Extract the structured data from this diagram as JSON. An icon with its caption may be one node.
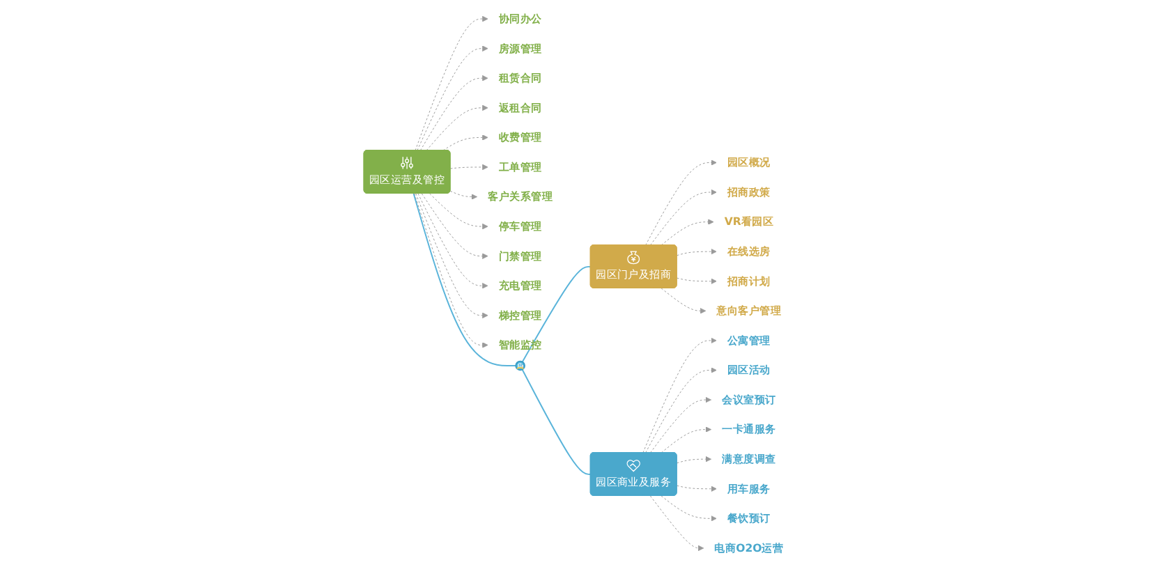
{
  "diagram": {
    "nodes": [
      {
        "text": [
          "园区门户及招商"
        ]
      },
      {
        "text": [
          "园区概况"
        ]
      },
      {
        "text": [
          "招商政策"
        ]
      },
      {
        "text": [
          "VR看园区"
        ]
      },
      {
        "text": [
          "在线选房"
        ]
      },
      {
        "text": [
          "招商计划"
        ]
      },
      {
        "text": [
          "意向客户管理"
        ]
      },
      {
        "text": [
          "园区运营及管控"
        ]
      },
      {
        "text": [
          "协同办公"
        ]
      },
      {
        "text": [
          "房源管理"
        ]
      },
      {
        "text": [
          "租赁合同"
        ]
      },
      {
        "text": [
          "返租合同"
        ]
      },
      {
        "text": [
          "收费管理"
        ]
      },
      {
        "text": [
          "工单管理"
        ]
      },
      {
        "text": [
          "客户关系管理"
        ]
      },
      {
        "text": [
          "停车管理"
        ]
      },
      {
        "text": [
          "门禁管理"
        ]
      },
      {
        "text": [
          "充电管理"
        ]
      },
      {
        "text": [
          "梯控管理"
        ]
      },
      {
        "text": [
          "智能监控"
        ]
      },
      {
        "text": [],
        "shape": "picture"
      },
      {
        "text": [
          "园区商业及服务"
        ]
      },
      {
        "text": [
          "公寓管理"
        ]
      },
      {
        "text": [
          "园区活动"
        ]
      },
      {
        "text": [
          "会议室预订"
        ]
      },
      {
        "text": [
          "一卡通服务"
        ]
      },
      {
        "text": [
          "满意度调查"
        ]
      },
      {
        "text": [
          "用车服务"
        ]
      },
      {
        "text": [
          "餐饮预订"
        ]
      },
      {
        "text": [
          "电商O2O运营"
        ]
      }
    ],
    "edges": [
      {
        "from": 7,
        "to": 20,
        "arrow": "none",
        "color": "#5ab4da"
      },
      {
        "from": 20,
        "to": 0,
        "arrow": "none",
        "color": "#5ab4da"
      },
      {
        "from": 20,
        "to": 21,
        "arrow": "none",
        "color": "#5ab4da"
      },
      {
        "from": 0,
        "to": 1,
        "arrow": "to",
        "style": "dashed"
      },
      {
        "from": 0,
        "to": 2,
        "arrow": "to",
        "style": "dashed"
      },
      {
        "from": 0,
        "to": 3,
        "arrow": "to",
        "style": "dashed"
      },
      {
        "from": 0,
        "to": 4,
        "arrow": "to",
        "style": "dashed"
      },
      {
        "from": 0,
        "to": 5,
        "arrow": "to",
        "style": "dashed"
      },
      {
        "from": 0,
        "to": 6,
        "arrow": "to",
        "style": "dashed"
      },
      {
        "from": 7,
        "to": 8,
        "arrow": "to",
        "style": "dashed"
      },
      {
        "from": 7,
        "to": 9,
        "arrow": "to",
        "style": "dashed"
      },
      {
        "from": 7,
        "to": 10,
        "arrow": "to",
        "style": "dashed"
      },
      {
        "from": 7,
        "to": 11,
        "arrow": "to",
        "style": "dashed"
      },
      {
        "from": 7,
        "to": 12,
        "arrow": "to",
        "style": "dashed"
      },
      {
        "from": 7,
        "to": 13,
        "arrow": "to",
        "style": "dashed"
      },
      {
        "from": 7,
        "to": 14,
        "arrow": "to",
        "style": "dashed"
      },
      {
        "from": 7,
        "to": 15,
        "arrow": "to",
        "style": "dashed"
      },
      {
        "from": 7,
        "to": 16,
        "arrow": "to",
        "style": "dashed"
      },
      {
        "from": 7,
        "to": 17,
        "arrow": "to",
        "style": "dashed"
      },
      {
        "from": 7,
        "to": 18,
        "arrow": "to",
        "style": "dashed"
      },
      {
        "from": 7,
        "to": 19,
        "arrow": "to",
        "style": "dashed"
      },
      {
        "from": 21,
        "to": 22,
        "arrow": "to",
        "style": "dashed"
      },
      {
        "from": 21,
        "to": 23,
        "arrow": "to",
        "style": "dashed"
      },
      {
        "from": 21,
        "to": 24,
        "arrow": "to",
        "style": "dashed"
      },
      {
        "from": 21,
        "to": 25,
        "arrow": "to",
        "style": "dashed"
      },
      {
        "from": 21,
        "to": 26,
        "arrow": "to",
        "style": "dashed"
      },
      {
        "from": 21,
        "to": 27,
        "arrow": "to",
        "style": "dashed"
      },
      {
        "from": 21,
        "to": 28,
        "arrow": "to",
        "style": "dashed"
      },
      {
        "from": 21,
        "to": 29,
        "arrow": "to",
        "style": "dashed"
      }
    ]
  }
}
